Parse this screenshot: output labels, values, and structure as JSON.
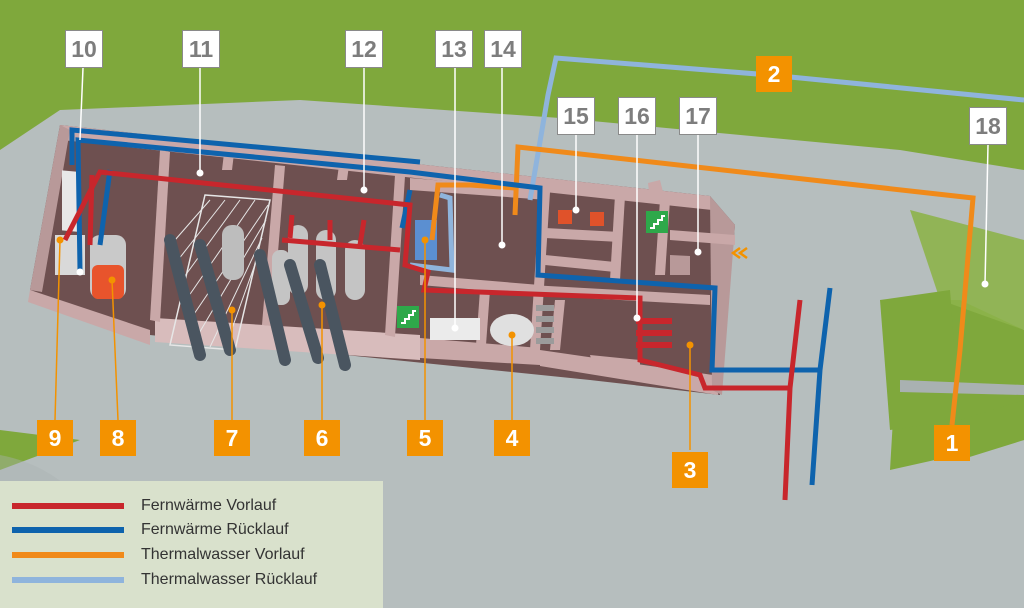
{
  "colors": {
    "fernwaerme_vorlauf": "#c8262c",
    "fernwaerme_ruecklauf": "#0e63ad",
    "thermalwasser_vorlauf": "#f08a1a",
    "thermalwasser_ruecklauf": "#8fb4dc",
    "grass": "#7fa83c",
    "ground": "#b7bfbf",
    "wall": "#c9a8a8",
    "floor": "#6e5050",
    "label_orange": "#f39200",
    "label_grey_text": "#7d7d7d"
  },
  "labels_grey": [
    "10",
    "11",
    "12",
    "13",
    "14",
    "15",
    "16",
    "17",
    "18"
  ],
  "labels_orange": [
    "1",
    "2",
    "3",
    "4",
    "5",
    "6",
    "7",
    "8",
    "9"
  ],
  "legend": [
    {
      "text": "Fernwärme Vorlauf",
      "color_key": "fernwaerme_vorlauf"
    },
    {
      "text": "Fernwärme Rücklauf",
      "color_key": "fernwaerme_ruecklauf"
    },
    {
      "text": "Thermalwasser Vorlauf",
      "color_key": "thermalwasser_vorlauf"
    },
    {
      "text": "Thermalwasser Rücklauf",
      "color_key": "thermalwasser_ruecklauf"
    }
  ],
  "icons": [
    "stairs-icon",
    "stairs-icon",
    "entrance-arrow-icon"
  ]
}
